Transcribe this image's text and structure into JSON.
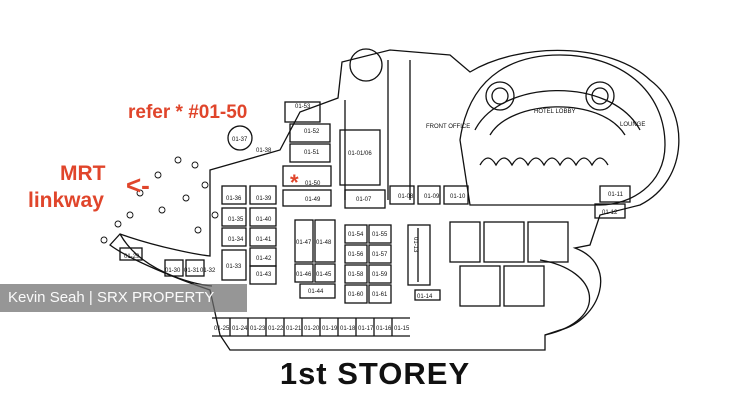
{
  "annotations": {
    "refer_note": "refer * #01-50",
    "mrt_line1": "MRT",
    "mrt_line2": "linkway",
    "arrow": "<-",
    "asterisk": "*"
  },
  "title": "1st STOREY",
  "watermark": "Kevin Seah | SRX PROPERTY",
  "areas": {
    "front_office": "FRONT OFFICE",
    "hotel_lobby": "HOTEL LOBBY",
    "lounge": "LOUNGE"
  },
  "units": [
    "01-53",
    "01-52",
    "01-51",
    "01-01/06",
    "01-37",
    "01-38",
    "01-50",
    "01-49",
    "01-07",
    "01-08",
    "01-09",
    "01-10",
    "01-11",
    "01-12",
    "01-36",
    "01-39",
    "01-35",
    "01-40",
    "01-34",
    "01-41",
    "01-42",
    "01-33",
    "01-43",
    "01-47",
    "01-48",
    "01-54",
    "01-55",
    "01-56",
    "01-57",
    "01-46",
    "01-45",
    "01-58",
    "01-59",
    "01-44",
    "01-60",
    "01-61",
    "01-13",
    "01-14",
    "01-29",
    "01-30",
    "01-31",
    "01-32",
    "01-25",
    "01-24",
    "01-23",
    "01-22",
    "01-21",
    "01-20",
    "01-19",
    "01-18",
    "01-17",
    "01-16",
    "01-15"
  ],
  "colors": {
    "accent_red": "#e0452b",
    "line": "#111111"
  }
}
